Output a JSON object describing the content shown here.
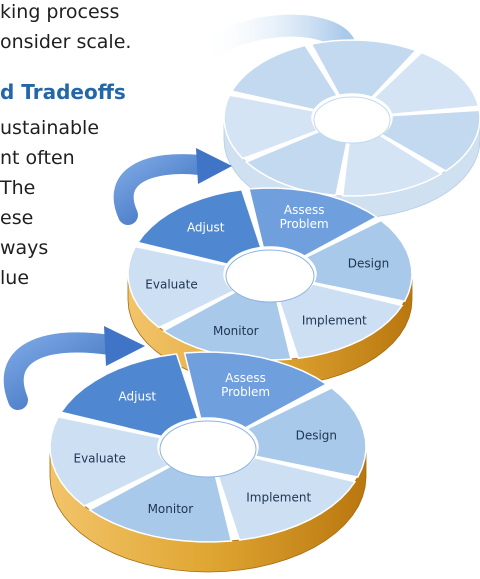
{
  "text_fragments": [
    "king process",
    "onsider scale.",
    "ustainable",
    "nt often",
    "The",
    "ese",
    "ways",
    "lue"
  ],
  "heading": "d Tradeoffs",
  "cycles": [
    {
      "labels": [
        "",
        "",
        "",
        "",
        "",
        "",
        ""
      ]
    },
    {
      "labels": [
        "Assess\nProblem",
        "Design",
        "Implement",
        "Monitor",
        "Evaluate",
        "Adjust"
      ]
    },
    {
      "labels": [
        "Assess\nProblem",
        "Design",
        "Implement",
        "Monitor",
        "Evaluate",
        "Adjust"
      ]
    }
  ],
  "colors": {
    "segment_light": "#cde0f3",
    "segment_mid": "#a9c9ea",
    "segment_dark": "#4f88d0",
    "side": "#e0a632",
    "side_shade": "#c07d14",
    "arrow": "#4a7fcf"
  }
}
